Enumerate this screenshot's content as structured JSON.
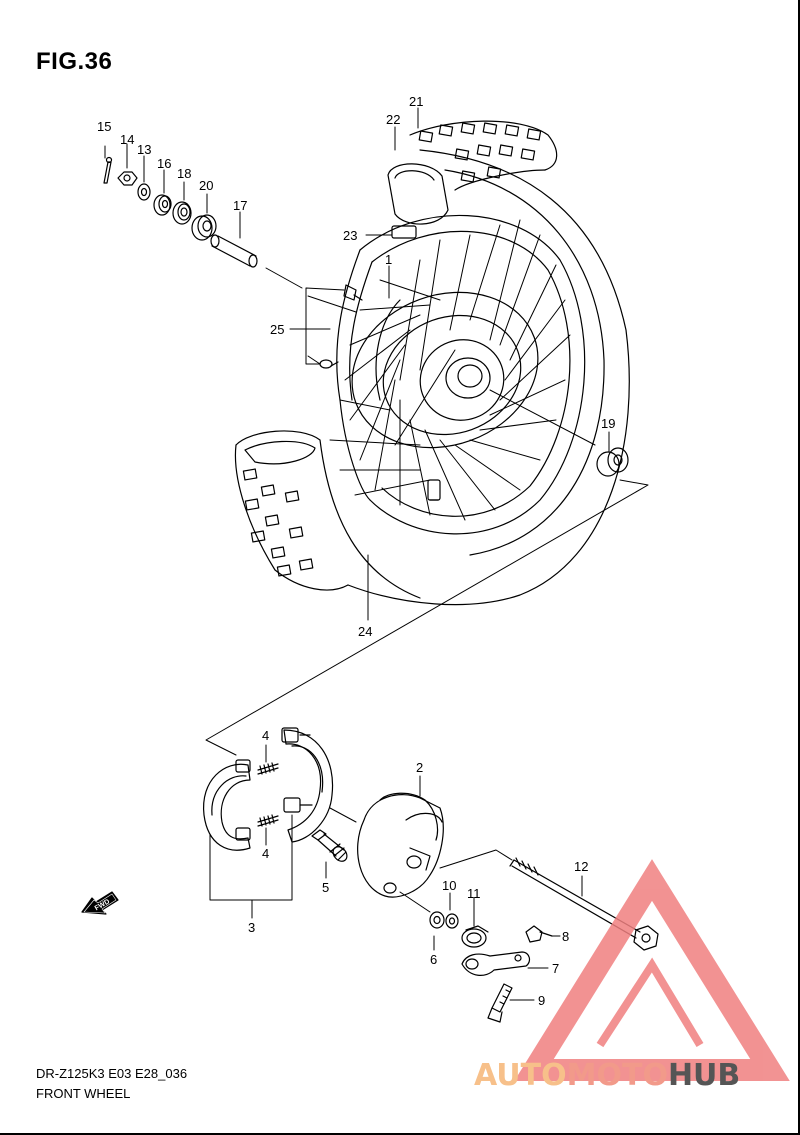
{
  "figure": {
    "title": "FIG.36",
    "model_code": "DR-Z125K3 E03 E28_036",
    "caption": "FRONT WHEEL"
  },
  "direction_badge": "FWD",
  "parts": [
    {
      "id": "p1",
      "number": "1"
    },
    {
      "id": "p2",
      "number": "2"
    },
    {
      "id": "p3",
      "number": "3"
    },
    {
      "id": "p4a",
      "number": "4"
    },
    {
      "id": "p4b",
      "number": "4"
    },
    {
      "id": "p5",
      "number": "5"
    },
    {
      "id": "p6",
      "number": "6"
    },
    {
      "id": "p7",
      "number": "7"
    },
    {
      "id": "p8",
      "number": "8"
    },
    {
      "id": "p9",
      "number": "9"
    },
    {
      "id": "p10",
      "number": "10"
    },
    {
      "id": "p11",
      "number": "11"
    },
    {
      "id": "p12",
      "number": "12"
    },
    {
      "id": "p13",
      "number": "13"
    },
    {
      "id": "p14",
      "number": "14"
    },
    {
      "id": "p15",
      "number": "15"
    },
    {
      "id": "p16",
      "number": "16"
    },
    {
      "id": "p17",
      "number": "17"
    },
    {
      "id": "p18",
      "number": "18"
    },
    {
      "id": "p19",
      "number": "19"
    },
    {
      "id": "p20",
      "number": "20"
    },
    {
      "id": "p21",
      "number": "21"
    },
    {
      "id": "p22",
      "number": "22"
    },
    {
      "id": "p23",
      "number": "23"
    },
    {
      "id": "p24",
      "number": "24"
    },
    {
      "id": "p25",
      "number": "25"
    }
  ],
  "watermark": {
    "part1": "AUTO",
    "part2": "MOTO",
    "part3": "HUB",
    "color_light": "#f7c08a",
    "color_mid": "#f29a8a",
    "color_dark": "#555555",
    "triangle_color": "#f08080"
  }
}
